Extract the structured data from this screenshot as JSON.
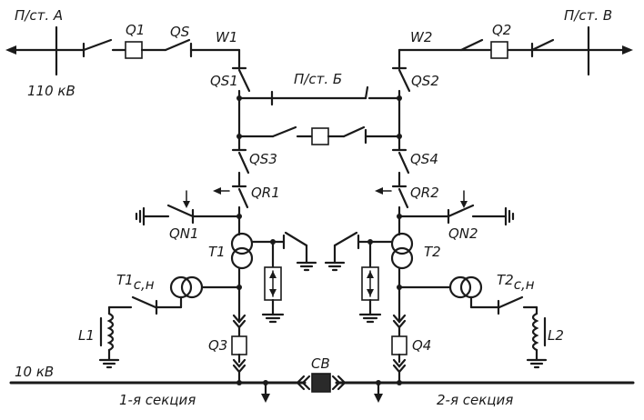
{
  "labels": {
    "ps_a": "П/ст. А",
    "ps_v": "П/ст. В",
    "ps_b": "П/ст. Б",
    "hv": "110 кВ",
    "lv": "10 кВ",
    "q1": "Q1",
    "qs": "QS",
    "w1": "W1",
    "w2": "W2",
    "q2": "Q2",
    "qs1": "QS1",
    "qs2": "QS2",
    "qs3": "QS3",
    "qs4": "QS4",
    "qr1": "QR1",
    "qr2": "QR2",
    "qn1": "QN1",
    "qn2": "QN2",
    "t1": "T1",
    "t2": "T2",
    "t1sn": "T1",
    "t2sn": "T2",
    "sn_sub": "с,н",
    "l1": "L1",
    "l2": "L2",
    "q3": "Q3",
    "q4": "Q4",
    "cb": "СВ",
    "sec1": "1-я  секция",
    "sec2": "2-я  секция"
  }
}
